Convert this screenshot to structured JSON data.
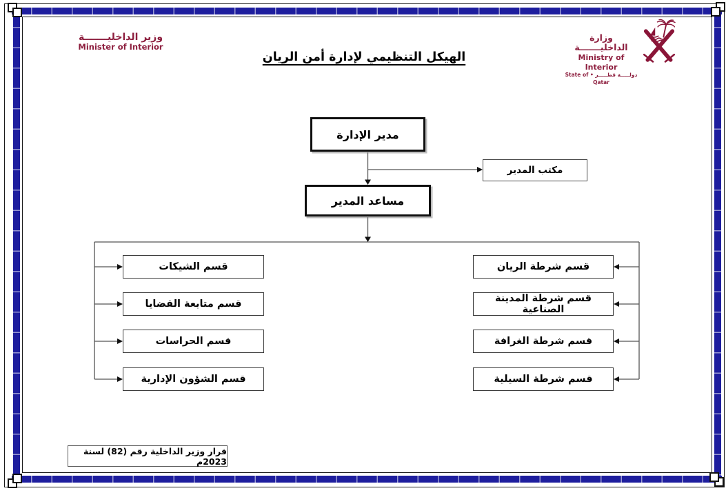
{
  "page": {
    "title": "الهيكل التنظيمي لإدارة أمن الريان",
    "footer_note": "قرار وزير الداخلية رقم (82) لسنة 2023م"
  },
  "header": {
    "minister": {
      "ar": "وزير الداخليـــــــة",
      "en": "Minister of Interior"
    },
    "ministry": {
      "ar": "وزارة الداخليـــــــة",
      "en": "Ministry of Interior",
      "state_line": "دولـــــة قطـــــر • State of Qatar",
      "emblem_icon": "qatar-moi-emblem"
    }
  },
  "org_chart": {
    "director": {
      "label": "مدير الإدارة"
    },
    "director_office": {
      "label": "مكتب المدير"
    },
    "assistant": {
      "label": "مساعد المدير"
    },
    "left_sections": [
      {
        "label": "قسم الشيكات"
      },
      {
        "label": "قسم متابعة القضايا"
      },
      {
        "label": "قسم الحراسات"
      },
      {
        "label": "قسم الشؤون الإدارية"
      }
    ],
    "right_sections": [
      {
        "label": "قسم شرطة الريان"
      },
      {
        "label": "قسم شرطة المدينة الصناعية"
      },
      {
        "label": "قسم شرطة الغرافة"
      },
      {
        "label": "قسم شرطة السيلية"
      }
    ]
  },
  "colors": {
    "border_blue": "#1e1e9e",
    "qatar_maroon": "#8A1538",
    "connector_gray": "#555555"
  }
}
